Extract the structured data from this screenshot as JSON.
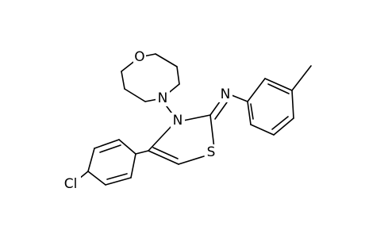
{
  "molecule": {
    "atoms": {
      "o": "O",
      "n_morph": "N",
      "n_ring": "N",
      "s": "S",
      "n_imine": "N",
      "cl": "Cl"
    }
  }
}
